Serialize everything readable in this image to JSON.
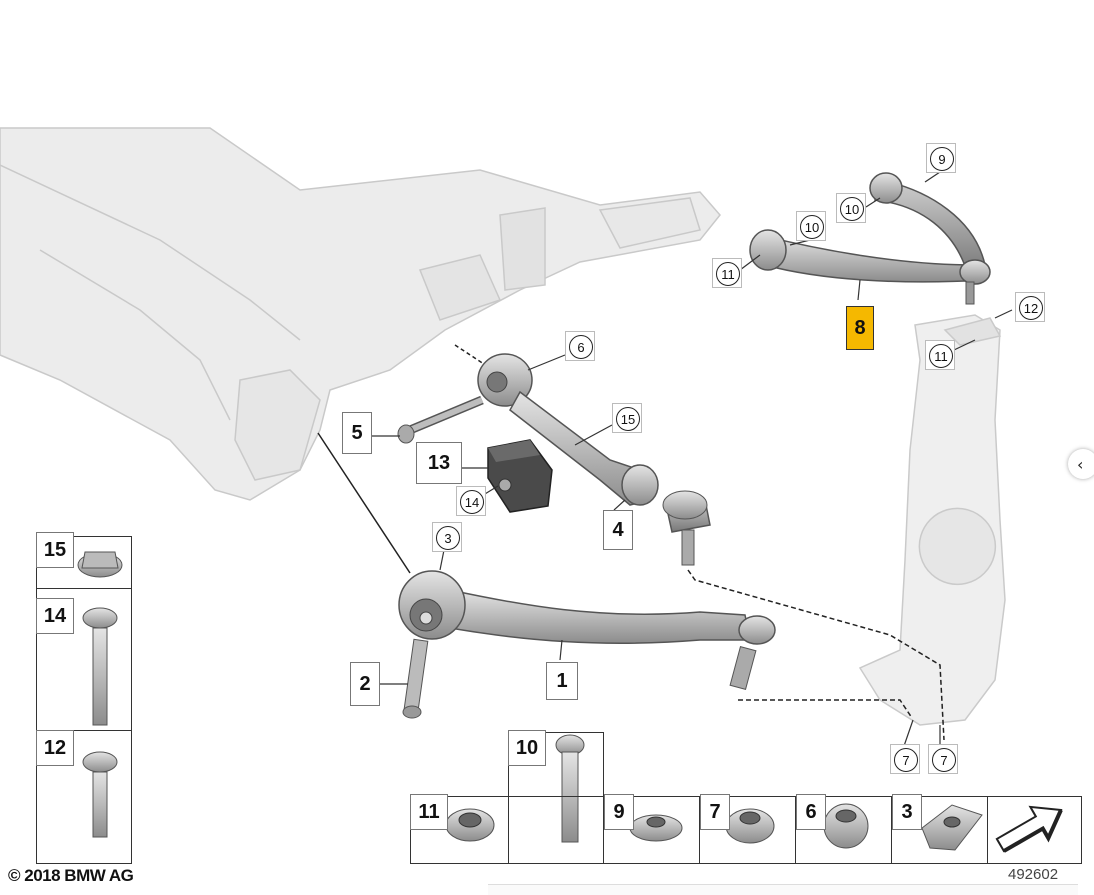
{
  "labels": {
    "part_1": "1",
    "part_2": "2",
    "part_3": "3",
    "part_4": "4",
    "part_5": "5",
    "part_6": "6",
    "part_7a": "7",
    "part_7b": "7",
    "part_8": "8",
    "part_9": "9",
    "part_10a": "10",
    "part_10b": "10",
    "part_11a": "11",
    "part_11b": "11",
    "part_12": "12",
    "part_13": "13",
    "part_14": "14",
    "part_15": "15"
  },
  "hardware_panel": {
    "left": [
      "15",
      "14",
      "12"
    ],
    "bottom": [
      "10",
      "11",
      "9",
      "7",
      "6",
      "3"
    ]
  },
  "highlight_color": "#f5b800",
  "copyright": "© 2018 BMW AG",
  "drawing_number": "492602",
  "side_button_icon": "chevron-left-icon"
}
